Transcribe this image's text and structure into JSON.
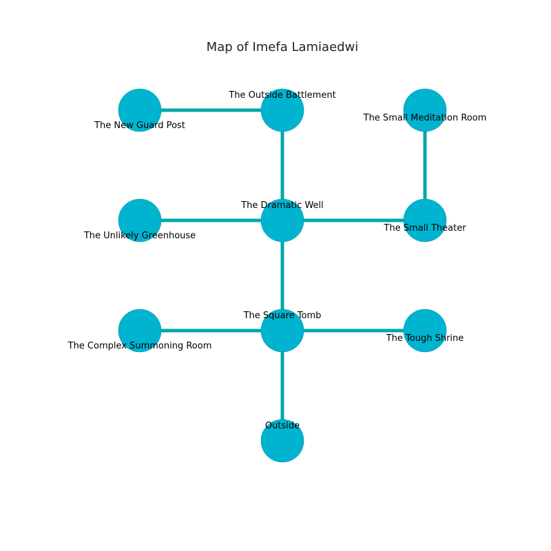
{
  "title": "Map of Imefa Lamiaedwi",
  "colors": {
    "node_fill": "#00b4d0",
    "node_stroke": "#0093a8",
    "edge": "#00a8a8"
  },
  "nodes": [
    {
      "id": "new-guard-post",
      "label": "The New Guard Post"
    },
    {
      "id": "outside-battlement",
      "label": "The Outside Battlement"
    },
    {
      "id": "small-meditation-room",
      "label": "The Small Meditation Room"
    },
    {
      "id": "unlikely-greenhouse",
      "label": "The Unlikely Greenhouse"
    },
    {
      "id": "dramatic-well",
      "label": "The Dramatic Well"
    },
    {
      "id": "small-theater",
      "label": "The Small Theater"
    },
    {
      "id": "complex-summoning-room",
      "label": "The Complex Summoning Room"
    },
    {
      "id": "square-tomb",
      "label": "The Square Tomb"
    },
    {
      "id": "tough-shrine",
      "label": "The Tough Shrine"
    },
    {
      "id": "outside",
      "label": "Outside"
    }
  ],
  "edges": [
    [
      "new-guard-post",
      "outside-battlement"
    ],
    [
      "outside-battlement",
      "dramatic-well"
    ],
    [
      "small-meditation-room",
      "small-theater"
    ],
    [
      "unlikely-greenhouse",
      "dramatic-well"
    ],
    [
      "dramatic-well",
      "small-theater"
    ],
    [
      "dramatic-well",
      "square-tomb"
    ],
    [
      "complex-summoning-room",
      "square-tomb"
    ],
    [
      "square-tomb",
      "tough-shrine"
    ],
    [
      "square-tomb",
      "outside"
    ]
  ]
}
